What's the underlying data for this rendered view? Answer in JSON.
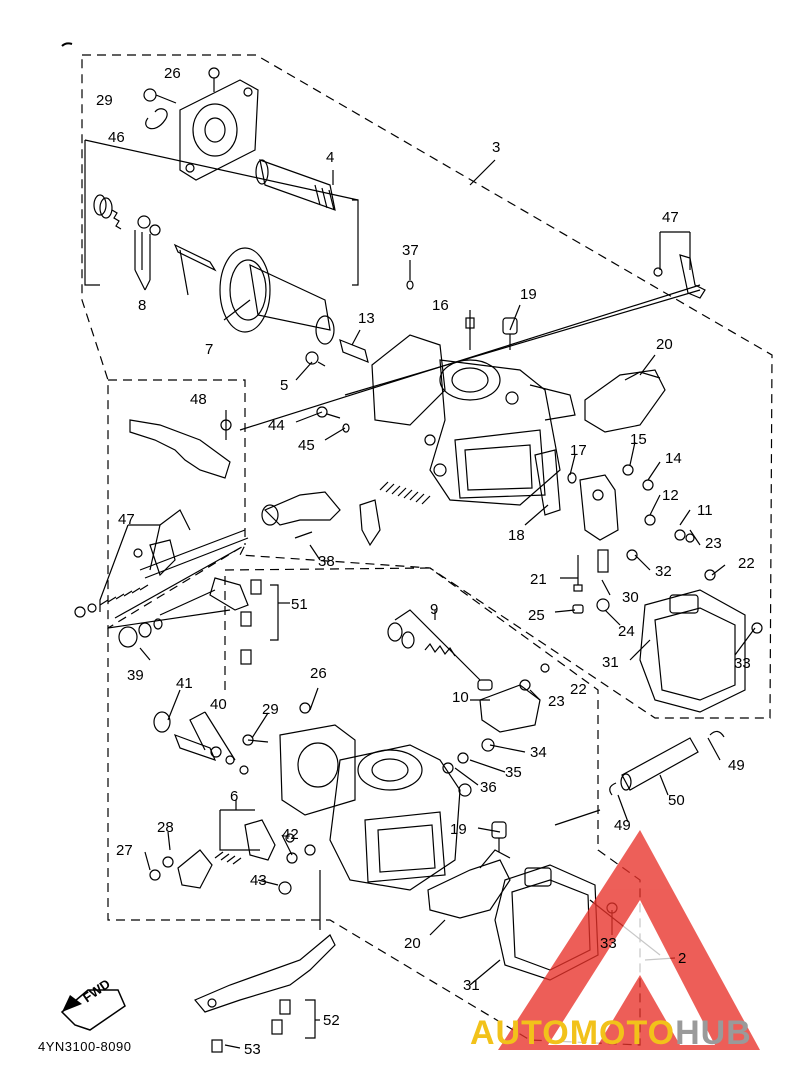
{
  "diagram": {
    "part_number_code": "4YN3100-8090",
    "fwd_label": "FWD",
    "watermark": {
      "part1": "AUTOMOTO",
      "part2": "HUB",
      "accent_color": "#e8322a",
      "text_color_1": "#f2c21a",
      "text_color_2": "#9a9a9a"
    },
    "callouts": [
      {
        "id": "c26a",
        "label": "26"
      },
      {
        "id": "c29a",
        "label": "29"
      },
      {
        "id": "c46",
        "label": "46"
      },
      {
        "id": "c4",
        "label": "4"
      },
      {
        "id": "c3",
        "label": "3"
      },
      {
        "id": "c8",
        "label": "8"
      },
      {
        "id": "c7",
        "label": "7"
      },
      {
        "id": "c37",
        "label": "37"
      },
      {
        "id": "c16",
        "label": "16"
      },
      {
        "id": "c19a",
        "label": "19"
      },
      {
        "id": "c47a",
        "label": "47"
      },
      {
        "id": "c13",
        "label": "13"
      },
      {
        "id": "c5",
        "label": "5"
      },
      {
        "id": "c20a",
        "label": "20"
      },
      {
        "id": "c48",
        "label": "48"
      },
      {
        "id": "c44",
        "label": "44"
      },
      {
        "id": "c45",
        "label": "45"
      },
      {
        "id": "c15",
        "label": "15"
      },
      {
        "id": "c17",
        "label": "17"
      },
      {
        "id": "c14",
        "label": "14"
      },
      {
        "id": "c12",
        "label": "12"
      },
      {
        "id": "c11",
        "label": "11"
      },
      {
        "id": "c18",
        "label": "18"
      },
      {
        "id": "c47b",
        "label": "47"
      },
      {
        "id": "c23a",
        "label": "23"
      },
      {
        "id": "c22a",
        "label": "22"
      },
      {
        "id": "c38",
        "label": "38"
      },
      {
        "id": "c32",
        "label": "32"
      },
      {
        "id": "c21",
        "label": "21"
      },
      {
        "id": "c30",
        "label": "30"
      },
      {
        "id": "c51",
        "label": "51"
      },
      {
        "id": "c25",
        "label": "25"
      },
      {
        "id": "c24",
        "label": "24"
      },
      {
        "id": "c9",
        "label": "9"
      },
      {
        "id": "c31a",
        "label": "31"
      },
      {
        "id": "c33a",
        "label": "33"
      },
      {
        "id": "c39",
        "label": "39"
      },
      {
        "id": "c26b",
        "label": "26"
      },
      {
        "id": "c22b",
        "label": "22"
      },
      {
        "id": "c41",
        "label": "41"
      },
      {
        "id": "c40",
        "label": "40"
      },
      {
        "id": "c10",
        "label": "10"
      },
      {
        "id": "c23b",
        "label": "23"
      },
      {
        "id": "c29b",
        "label": "29"
      },
      {
        "id": "c34",
        "label": "34"
      },
      {
        "id": "c49a",
        "label": "49"
      },
      {
        "id": "c35",
        "label": "35"
      },
      {
        "id": "c36",
        "label": "36"
      },
      {
        "id": "c6",
        "label": "6"
      },
      {
        "id": "c50",
        "label": "50"
      },
      {
        "id": "c28",
        "label": "28"
      },
      {
        "id": "c49b",
        "label": "49"
      },
      {
        "id": "c19b",
        "label": "19"
      },
      {
        "id": "c42",
        "label": "42"
      },
      {
        "id": "c27",
        "label": "27"
      },
      {
        "id": "c43",
        "label": "43"
      },
      {
        "id": "c33b",
        "label": "33"
      },
      {
        "id": "c20b",
        "label": "20"
      },
      {
        "id": "c2",
        "label": "2"
      },
      {
        "id": "c31b",
        "label": "31"
      },
      {
        "id": "c52",
        "label": "52"
      },
      {
        "id": "c53",
        "label": "53"
      }
    ]
  }
}
